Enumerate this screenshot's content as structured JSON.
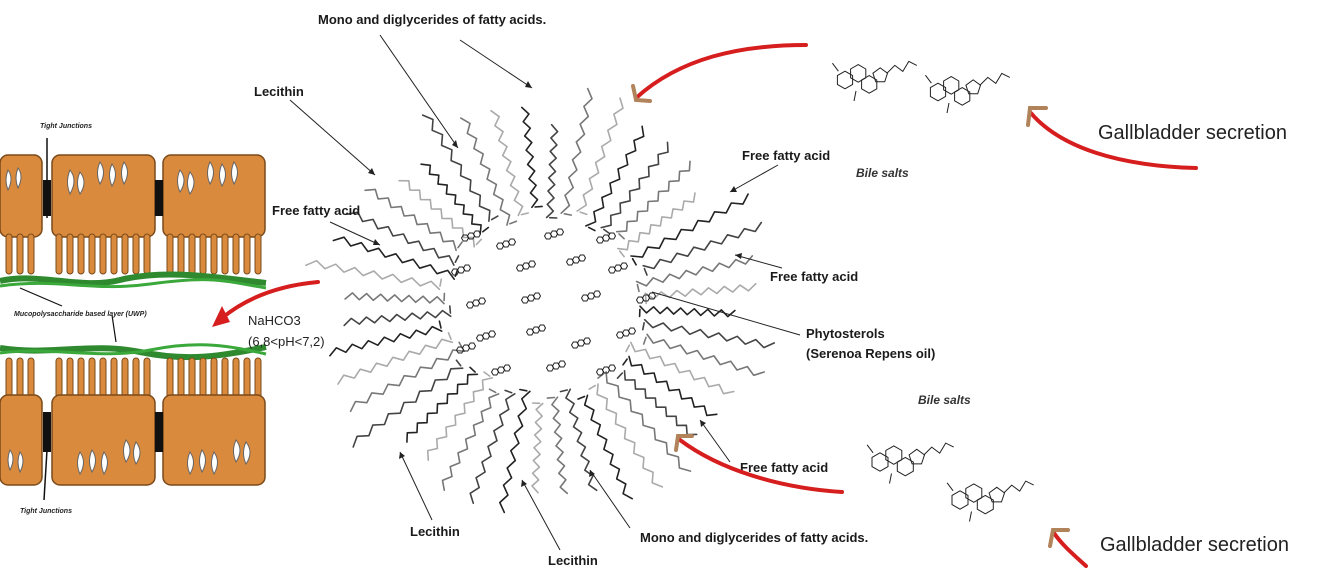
{
  "labels": {
    "mono_top": "Mono and diglycerides of fatty acids.",
    "lecithin_top": "Lecithin",
    "free_fatty_acid_left": "Free fatty acid",
    "free_fatty_acid_right_top": "Free fatty acid",
    "free_fatty_acid_right_mid": "Free fatty acid",
    "phytosterols_line1": "Phytosterols",
    "phytosterols_line2": "(Serenoa Repens oil)",
    "free_fatty_acid_bottom": "Free fatty acid",
    "lecithin_bottom_left": "Lecithin",
    "lecithin_bottom": "Lecithin",
    "mono_bottom": "Mono and diglycerides of fatty acids.",
    "bile_salts_top": "Bile salts",
    "bile_salts_bottom": "Bile salts",
    "gallbladder_top": "Gallbladder secretion",
    "gallbladder_bottom": "Gallbladder secretion",
    "nahco3_line1": "NaHCO3",
    "nahco3_line2": "(6,8<pH<7,2)",
    "tight_junctions_top": "Tight Junctions",
    "tight_junctions_bottom": "Tight Junctions",
    "mucopolysaccharide": "Mucopolysaccharide based layer (UWP)"
  },
  "colors": {
    "cell": "#d98a3c",
    "cell_border": "#7a4a1a",
    "mucus": "#2f8a2f",
    "red_arrow": "#d61e1e",
    "arrow_head": "#b0835a",
    "junction": "#111111"
  }
}
